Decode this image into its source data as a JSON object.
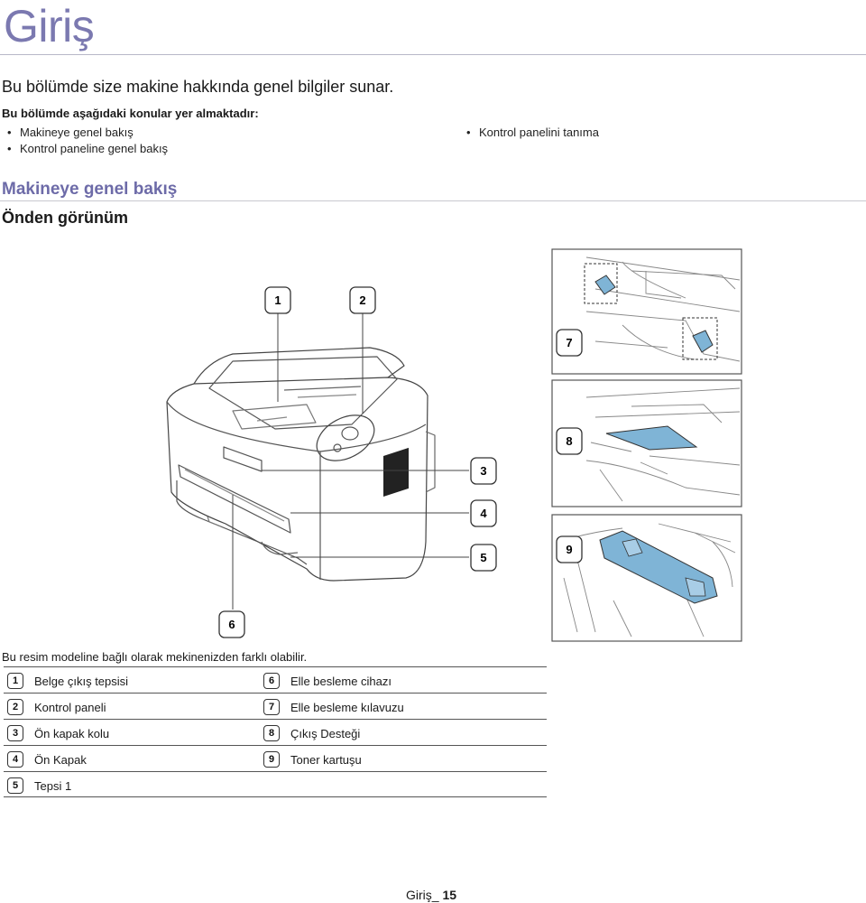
{
  "page": {
    "title": "Giriş",
    "intro": "Bu bölümde size makine hakkında genel bilgiler sunar.",
    "toc_label": "Bu bölümde aşağıdaki konular yer almaktadır:",
    "toc": [
      "Makineye genel bakış",
      "Kontrol paneline genel bakış",
      "Kontrol panelini tanıma"
    ]
  },
  "section": {
    "title": "Makineye genel bakış",
    "subtitle": "Önden görünüm"
  },
  "figure": {
    "callouts": [
      "1",
      "2",
      "3",
      "4",
      "5",
      "6",
      "7",
      "8",
      "9"
    ],
    "highlight_color": "#7fb4d6"
  },
  "note": "Bu resim modeline bağlı olarak mekinenizden farklı olabilir.",
  "legend": [
    {
      "left_num": "1",
      "left_label": "Belge çıkış tepsisi",
      "right_num": "6",
      "right_label": "Elle besleme cihazı"
    },
    {
      "left_num": "2",
      "left_label": "Kontrol paneli",
      "right_num": "7",
      "right_label": "Elle besleme kılavuzu"
    },
    {
      "left_num": "3",
      "left_label": "Ön kapak kolu",
      "right_num": "8",
      "right_label": "Çıkış Desteği"
    },
    {
      "left_num": "4",
      "left_label": "Ön Kapak",
      "right_num": "9",
      "right_label": "Toner kartuşu"
    },
    {
      "left_num": "5",
      "left_label": "Tepsi 1",
      "right_num": "",
      "right_label": ""
    }
  ],
  "footer": {
    "text": "Giriş_",
    "page_number": "15"
  }
}
